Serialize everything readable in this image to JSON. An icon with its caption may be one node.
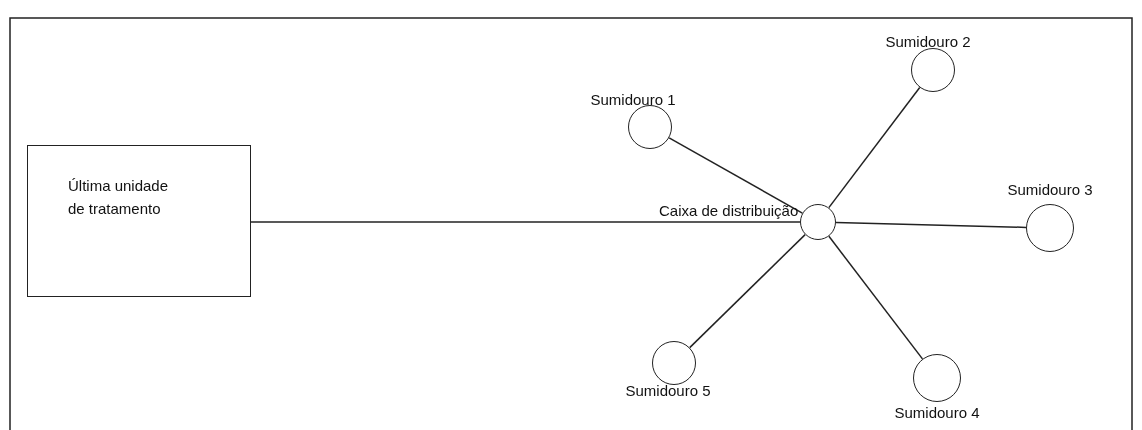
{
  "diagram": {
    "nodes": [
      {
        "text": [
          "Última unidade de tratamento"
        ]
      },
      {
        "text": [],
        "shape": "circle",
        "beside": [
          "Caixa de distribuição"
        ]
      },
      {
        "text": [],
        "shape": "circle",
        "beside": [
          "Sumidouro 1"
        ]
      },
      {
        "text": [],
        "shape": "circle",
        "beside": [
          "Sumidouro 2"
        ]
      },
      {
        "text": [],
        "shape": "circle",
        "beside": [
          "Sumidouro 3"
        ]
      },
      {
        "text": [],
        "shape": "circle",
        "beside": [
          "Sumidouro 4"
        ]
      },
      {
        "text": [],
        "shape": "circle",
        "beside": [
          "Sumidouro 5"
        ]
      }
    ],
    "edges": [
      {
        "from": 0,
        "to": 1,
        "arrow": "none"
      },
      {
        "from": 1,
        "to": 2,
        "arrow": "none"
      },
      {
        "from": 1,
        "to": 3,
        "arrow": "none"
      },
      {
        "from": 1,
        "to": 4,
        "arrow": "none"
      },
      {
        "from": 1,
        "to": 5,
        "arrow": "none"
      },
      {
        "from": 1,
        "to": 6,
        "arrow": "none"
      }
    ]
  }
}
